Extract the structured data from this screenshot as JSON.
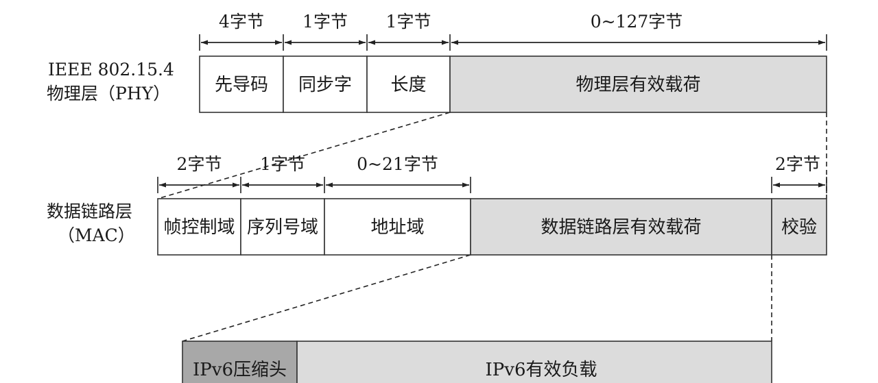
{
  "colors": {
    "field_plain": "#ffffff",
    "field_shaded": "#dcdcdc",
    "field_dark": "#a8a8a8",
    "stroke": "#333333"
  },
  "phy": {
    "label_line1": "IEEE 802.15.4",
    "label_line2": "物理层（PHY）",
    "fields": [
      {
        "name": "先导码",
        "size": "4字节",
        "shade": "plain"
      },
      {
        "name": "同步字",
        "size": "1字节",
        "shade": "plain"
      },
      {
        "name": "长度",
        "size": "1字节",
        "shade": "plain"
      },
      {
        "name": "物理层有效载荷",
        "size": "0~127字节",
        "shade": "shaded"
      }
    ]
  },
  "mac": {
    "label_line1": "数据链路层",
    "label_line2": "（MAC）",
    "fields": [
      {
        "name": "帧控制域",
        "size": "2字节",
        "shade": "plain"
      },
      {
        "name": "序列号域",
        "size": "1字节",
        "shade": "plain"
      },
      {
        "name": "地址域",
        "size": "0~21字节",
        "shade": "plain"
      },
      {
        "name": "数据链路层有效载荷",
        "size": "",
        "shade": "shaded"
      },
      {
        "name": "校验",
        "size": "2字节",
        "shade": "shaded"
      }
    ]
  },
  "ipv6": {
    "fields": [
      {
        "name": "IPv6压缩头",
        "shade": "dark"
      },
      {
        "name": "IPv6有效负载",
        "shade": "shaded"
      }
    ]
  }
}
